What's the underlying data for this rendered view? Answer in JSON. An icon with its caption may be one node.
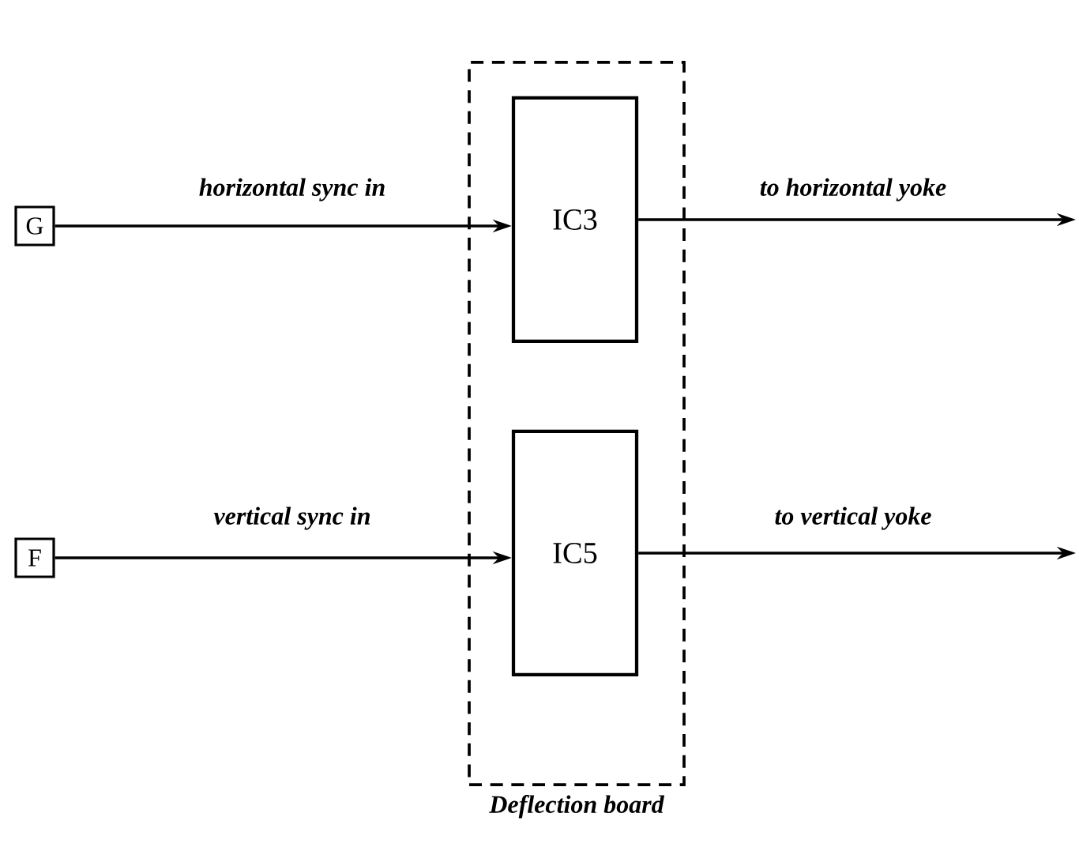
{
  "diagram": {
    "nodes": [
      {
        "text": [
          "Deflection board"
        ]
      },
      {
        "text": [
          "IC3"
        ],
        "in": 0
      },
      {
        "text": [
          "IC5"
        ],
        "in": 0
      },
      {
        "text": [
          "G"
        ]
      },
      {
        "text": [
          "F"
        ]
      }
    ],
    "edges": [
      {
        "from": 3,
        "to": 1,
        "arrow": "to",
        "label": "horizontal sync in"
      },
      {
        "from": 1,
        "to": null,
        "arrow": "to",
        "label": "to horizontal yoke"
      },
      {
        "from": 4,
        "to": 2,
        "arrow": "to",
        "label": "vertical sync in"
      },
      {
        "from": 2,
        "to": null,
        "arrow": "to",
        "label": "to vertical yoke"
      }
    ]
  }
}
